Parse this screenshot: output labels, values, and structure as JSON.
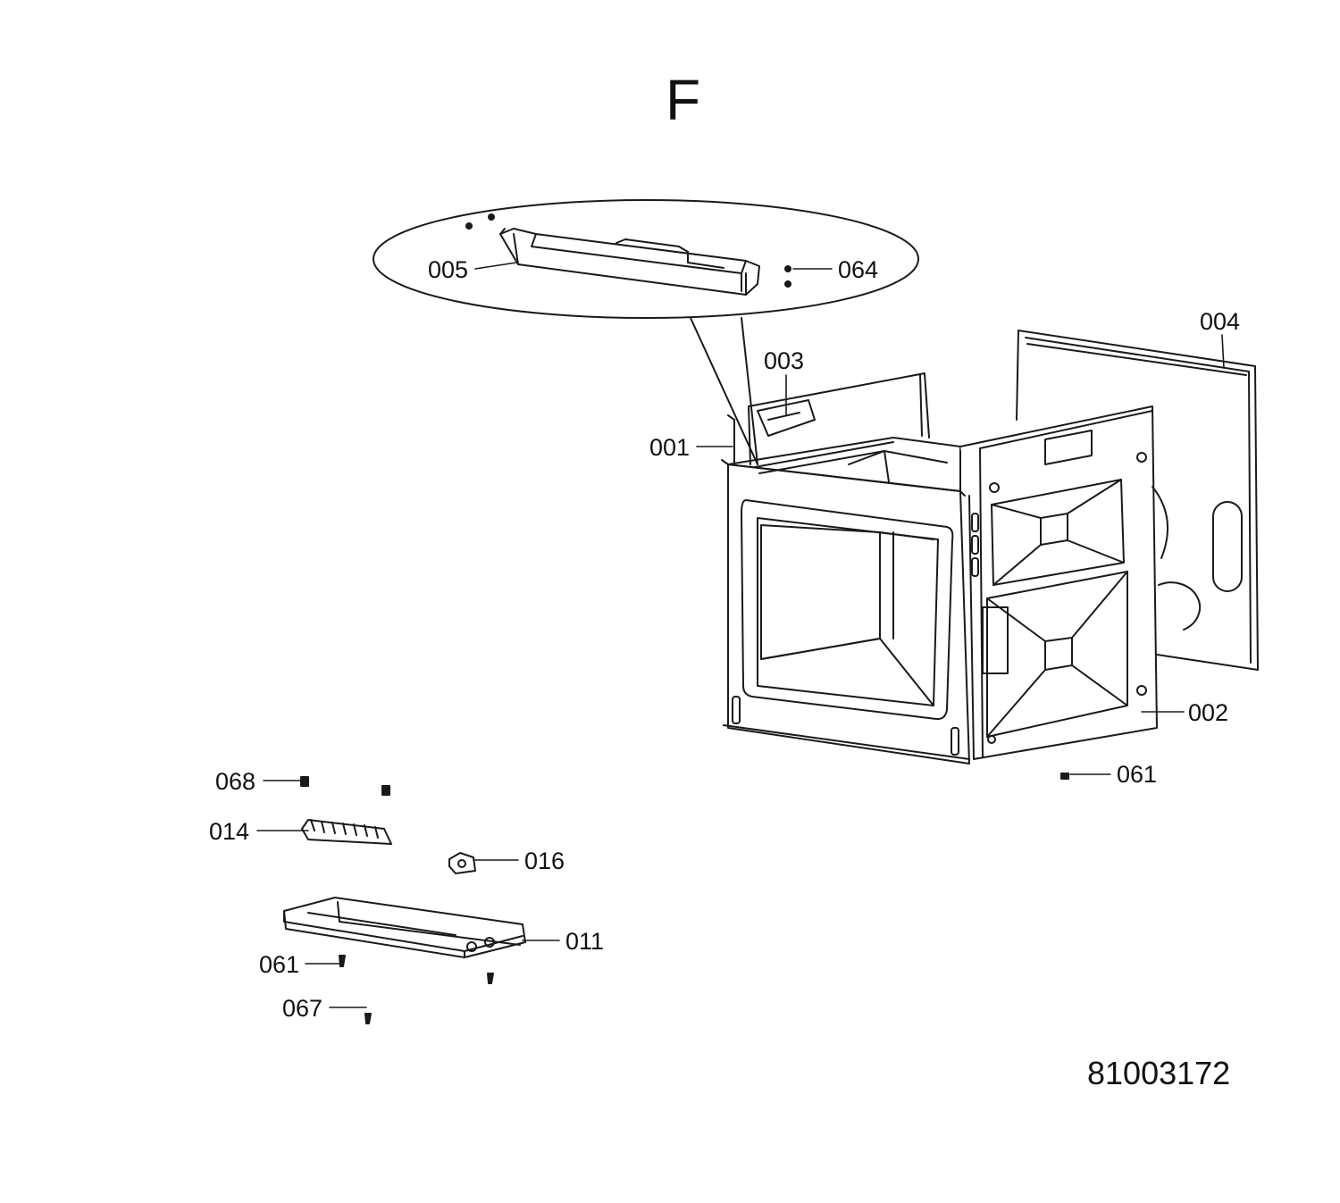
{
  "diagram": {
    "section_letter": "F",
    "document_number": "81003172",
    "callouts": {
      "c005": "005",
      "c064": "064",
      "c004": "004",
      "c003": "003",
      "c001": "001",
      "c002": "002",
      "c061_right": "061",
      "c068": "068",
      "c014": "014",
      "c016": "016",
      "c011": "011",
      "c061_left": "061",
      "c067": "067"
    },
    "line_color": "#1a1a1a"
  }
}
